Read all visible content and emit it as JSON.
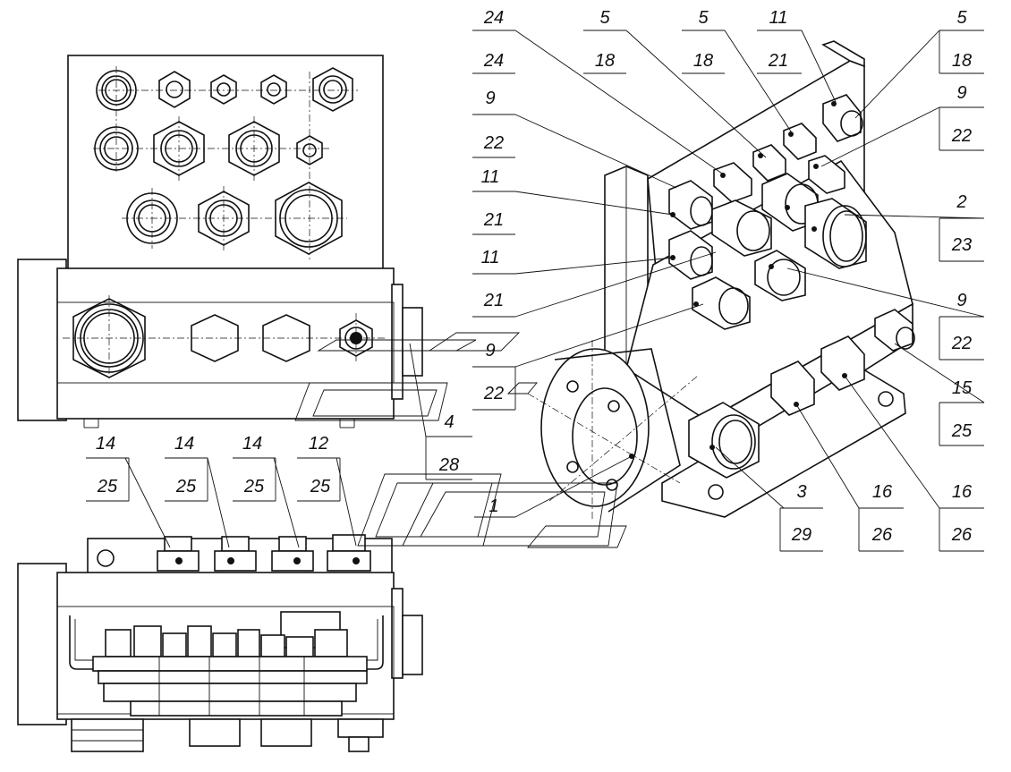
{
  "callouts": [
    {
      "id": "c-24-24",
      "top": "24",
      "bottom": "24"
    },
    {
      "id": "c-5-18-a",
      "top": "5",
      "bottom": "18"
    },
    {
      "id": "c-5-18-b",
      "top": "5",
      "bottom": "18"
    },
    {
      "id": "c-11-21-a",
      "top": "11",
      "bottom": "21"
    },
    {
      "id": "c-5-18-c",
      "top": "5",
      "bottom": "18"
    },
    {
      "id": "c-9-22-a",
      "top": "9",
      "bottom": "22"
    },
    {
      "id": "c-9-22-b",
      "top": "9",
      "bottom": "22"
    },
    {
      "id": "c-11-21-b",
      "top": "11",
      "bottom": "21"
    },
    {
      "id": "c-2-23",
      "top": "2",
      "bottom": "23"
    },
    {
      "id": "c-11-21-c",
      "top": "11",
      "bottom": "21"
    },
    {
      "id": "c-9-22-c",
      "top": "9",
      "bottom": "22"
    },
    {
      "id": "c-9-22-d",
      "top": "9",
      "bottom": "22"
    },
    {
      "id": "c-15-25",
      "top": "15",
      "bottom": "25"
    },
    {
      "id": "c-4-28",
      "top": "4",
      "bottom": "28"
    },
    {
      "id": "c-14-25-a",
      "top": "14",
      "bottom": "25"
    },
    {
      "id": "c-14-25-b",
      "top": "14",
      "bottom": "25"
    },
    {
      "id": "c-14-25-c",
      "top": "14",
      "bottom": "25"
    },
    {
      "id": "c-12-25",
      "top": "12",
      "bottom": "25"
    },
    {
      "id": "c-3-29",
      "top": "3",
      "bottom": "29"
    },
    {
      "id": "c-16-26-a",
      "top": "16",
      "bottom": "26"
    },
    {
      "id": "c-16-26-b",
      "top": "16",
      "bottom": "26"
    },
    {
      "id": "c-1",
      "top": "1",
      "bottom": ""
    }
  ]
}
